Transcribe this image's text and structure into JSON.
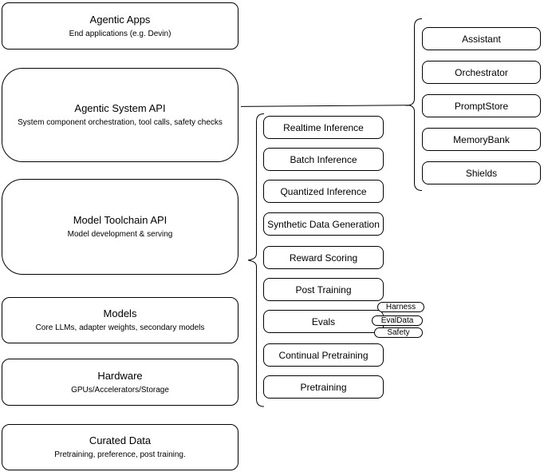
{
  "canvas": {
    "background_color": "#ffffff",
    "stroke_color": "#000000",
    "node_fill_color": "#ffffff"
  },
  "left_stack": [
    {
      "title": "Agentic Apps",
      "subtitle": "End applications (e.g. Devin)"
    },
    {
      "title": "Agentic System API",
      "subtitle": "System component orchestration, tool calls, safety checks"
    },
    {
      "title": "Model Toolchain API",
      "subtitle": "Model development & serving"
    },
    {
      "title": "Models",
      "subtitle": "Core LLMs, adapter weights, secondary models"
    },
    {
      "title": "Hardware",
      "subtitle": "GPUs/Accelerators/Storage"
    },
    {
      "title": "Curated Data",
      "subtitle": "Pretraining, preference, post training."
    }
  ],
  "toolchain_group": {
    "connects_to": "Model Toolchain API",
    "items": [
      "Realtime Inference",
      "Batch Inference",
      "Quantized Inference",
      "Synthetic Data Generation",
      "Reward Scoring",
      "Post Training",
      "Evals",
      "Continual Pretraining",
      "Pretraining"
    ],
    "evals_tags": [
      "Harness",
      "EvalData",
      "Safety"
    ]
  },
  "system_group": {
    "connects_to": "Agentic System API",
    "items": [
      "Assistant",
      "Orchestrator",
      "PromptStore",
      "MemoryBank",
      "Shields"
    ]
  }
}
